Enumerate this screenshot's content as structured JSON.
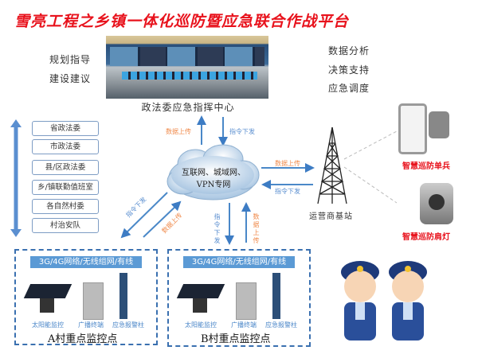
{
  "title": "雪亮工程之乡镇一体化巡防暨应急联合作战平台",
  "left_labels": [
    "规划指导",
    "建设建议"
  ],
  "right_labels": [
    "数据分析",
    "决策支持",
    "应急调度"
  ],
  "center_caption": "政法委应急指挥中心",
  "levels": [
    "省政法委",
    "市政法委",
    "县/区政法委",
    "乡/镇联勤值班室",
    "各自然村委",
    "村治安队"
  ],
  "cloud": {
    "line1": "互联网、城域网、",
    "line2": "VPN专网"
  },
  "flows": {
    "up": "数据上传",
    "down": "指令下发"
  },
  "tower_label": "运营商基站",
  "devices_right": [
    "智慧巡防单兵",
    "智慧巡防肩灯"
  ],
  "sites": [
    {
      "network": "3G/4G网络/无线组网/有线",
      "devices": [
        "太阳能监控",
        "广播终端",
        "应急报警柱"
      ],
      "name": "A村重点监控点"
    },
    {
      "network": "3G/4G网络/无线组网/有线",
      "devices": [
        "太阳能监控",
        "广播终端",
        "应急报警柱"
      ],
      "name": "B村重点监控点"
    }
  ]
}
